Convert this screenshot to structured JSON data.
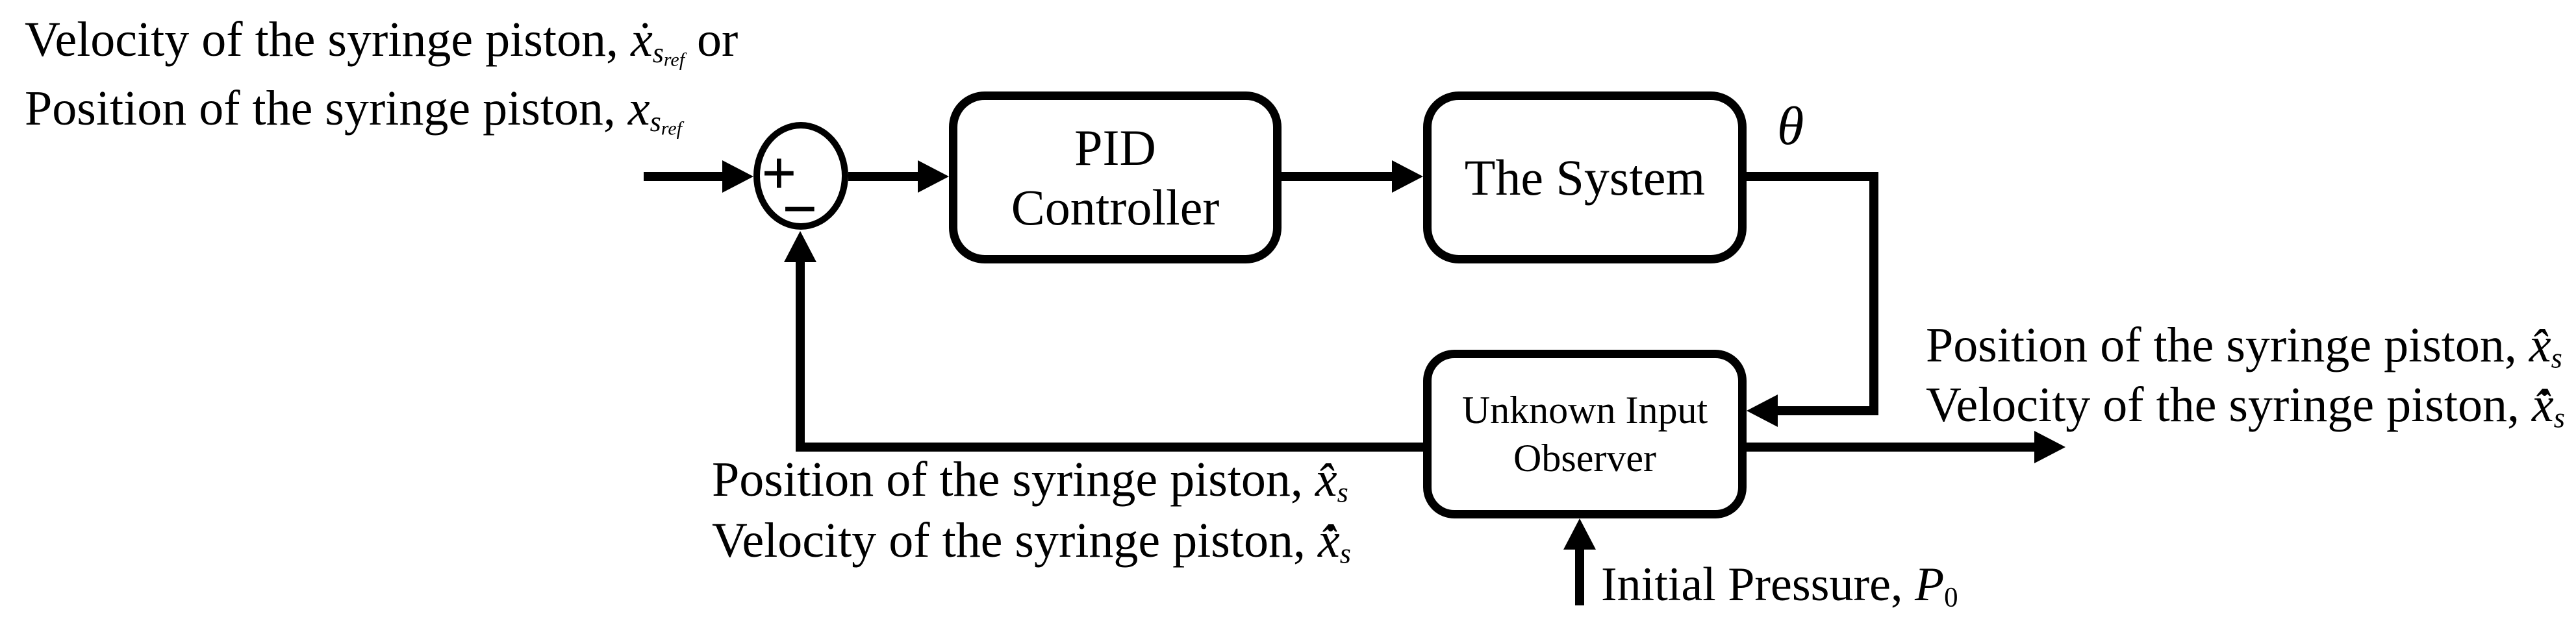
{
  "figure": {
    "background_color": "#ffffff",
    "line_color": "#000000"
  },
  "labels": {
    "reference_input": {
      "line1": {
        "text": "Velocity of the syringe piston, ",
        "var": "ẋ",
        "sub": "s",
        "subsub": "ref",
        "suffix": " or"
      },
      "line2": {
        "text": "Position of the syringe piston, ",
        "var": "x",
        "sub": "s",
        "subsub": "ref",
        "suffix": ""
      }
    },
    "feedback_estimates": {
      "line1": {
        "text": "Position of the syringe piston, ",
        "var": "x̂",
        "sub": "s"
      },
      "line2": {
        "text": "Velocity of the syringe piston, ",
        "var": "x̂̇",
        "sub": "s"
      }
    },
    "output_estimates": {
      "line1": {
        "text": "Position of the syringe piston, ",
        "var": "x̂",
        "sub": "s"
      },
      "line2": {
        "text": "Velocity of the syringe piston, ",
        "var": "x̂̇",
        "sub": "s"
      }
    },
    "system_output": {
      "var": "θ"
    },
    "initial_pressure": {
      "text": "Initial Pressure, ",
      "var": "P",
      "sub": "0"
    }
  },
  "blocks": {
    "summing_junction": {
      "plus": "+",
      "minus": "−"
    },
    "pid": {
      "line1": "PID",
      "line2": "Controller"
    },
    "system": {
      "label": "The System"
    },
    "observer": {
      "line1": "Unknown Input",
      "line2": "Observer"
    }
  }
}
